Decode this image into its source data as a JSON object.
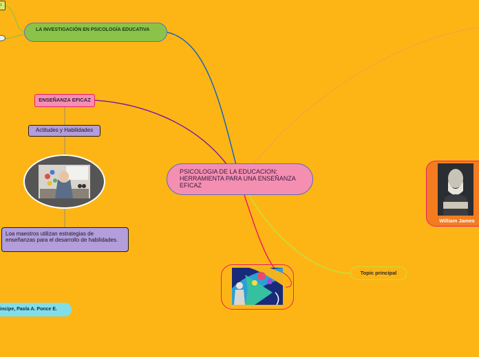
{
  "central_topic": {
    "text": "PSICOLOGIA DE LA EDUCACION: HERRAMIENTA PARA UNA ENSEÑANZA EFICAZ"
  },
  "nodes": {
    "investigacion": "LA INVESTIGACIÓN EN PSICOLOGÍA EDUCATIVA",
    "ensenanza_eficaz": "ENSEÑANZA EFICAZ",
    "actitudes": "Actitudes y Habilidades",
    "maestros_desc": "Loa maestros utilizan estrategias de enseñanzas para el desarrollo de habilidades.",
    "authors": "incipe, Paola A. Ponce E.",
    "topic_principal": "Topic principal",
    "william_james": "William James",
    "partial_label": "l"
  },
  "colors": {
    "background": "#FDB515",
    "central_fill": "#F48FB1",
    "green_topic": "#8BC34A",
    "purple_node": "#B39DDB",
    "cyan_node": "#80DEEA",
    "orange_node": "#F47C20",
    "link_blue": "#1565C0",
    "link_purple": "#7B1FA2",
    "link_magenta": "#E91E63",
    "link_lime": "#C6E03A",
    "link_orange": "#F7A33A"
  }
}
